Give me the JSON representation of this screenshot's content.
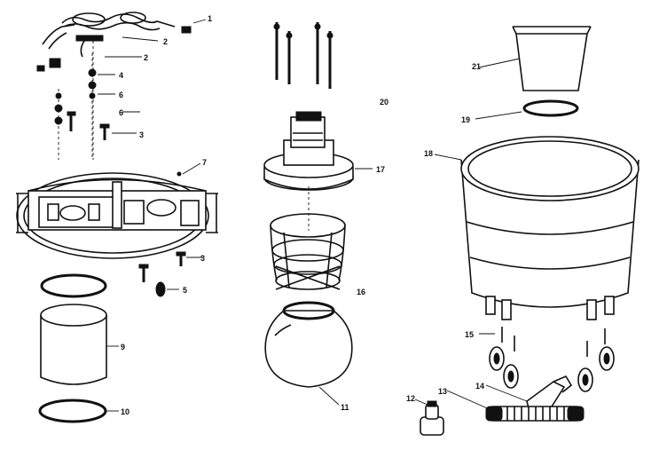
{
  "callouts": {
    "c1": "1",
    "c2a": "2",
    "c2b": "2",
    "c4": "4",
    "c6a": "6",
    "c6b": "6",
    "c3a": "3",
    "c7": "7",
    "c3b": "3",
    "c5": "5",
    "c9": "9",
    "c10": "10",
    "c20": "20",
    "c17": "17",
    "c16": "16",
    "c11": "11",
    "c21": "21",
    "c19": "19",
    "c18": "18",
    "c15": "15",
    "c14": "14",
    "c13": "13",
    "c12": "12"
  }
}
